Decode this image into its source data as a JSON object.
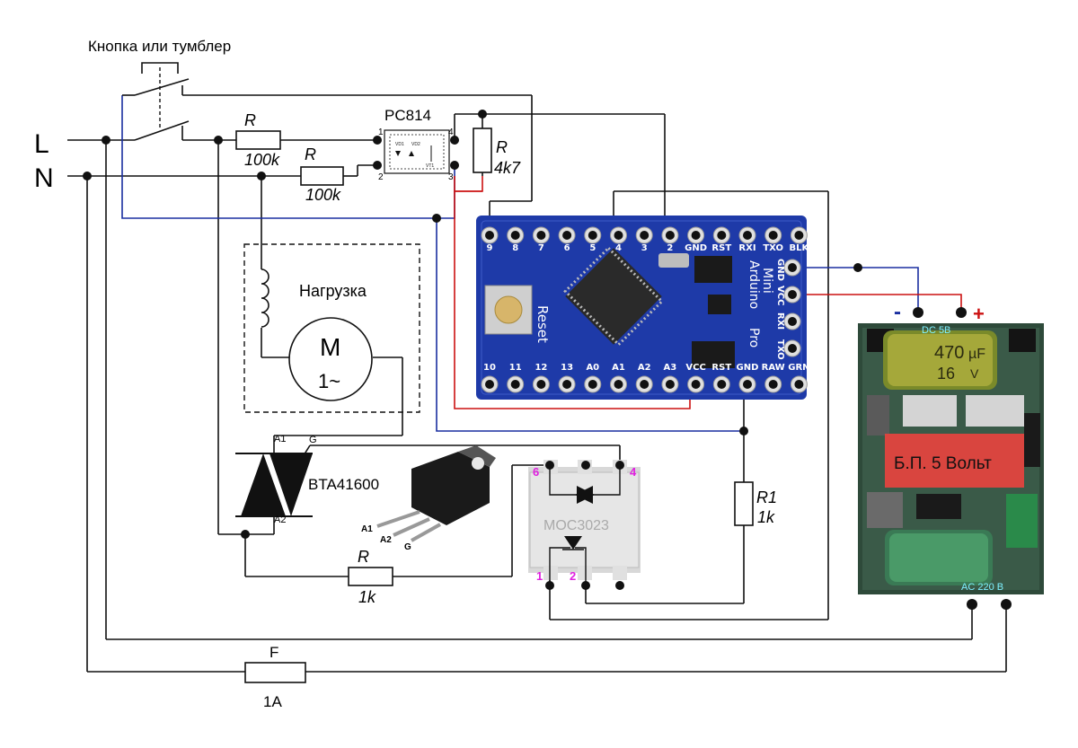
{
  "switch": {
    "label": "Кнопка или тумблер"
  },
  "mains": {
    "line": "L",
    "neutral": "N"
  },
  "resistor_r1": {
    "name": "R",
    "value": "100k"
  },
  "resistor_r2": {
    "name": "R",
    "value": "100k"
  },
  "optocoupler_pc814": {
    "name": "PC814",
    "pin1": "1",
    "pin2": "2",
    "pin3": "3",
    "pin4": "4",
    "inner": [
      "VD1",
      "VD2",
      "VT1"
    ]
  },
  "resistor_r3": {
    "name": "R",
    "value": "4k7"
  },
  "load": {
    "label": "Нагрузка",
    "motor_letter": "M",
    "motor_sub": "1~"
  },
  "triac": {
    "name": "BTA41600",
    "a1": "A1",
    "a2": "A2",
    "g": "G"
  },
  "triac_package_pins": {
    "a1": "A1",
    "a2": "A2",
    "g": "G"
  },
  "resistor_r4": {
    "name": "R",
    "value": "1k"
  },
  "optotriac": {
    "name": "MOC3023",
    "pin6": "6",
    "pin4": "4",
    "pin1": "1",
    "pin2": "2"
  },
  "resistor_r1k": {
    "name": "R1",
    "value": "1k"
  },
  "fuse": {
    "name": "F",
    "value": "1A"
  },
  "arduino": {
    "top_pins": [
      "9",
      "8",
      "7",
      "6",
      "5",
      "4",
      "3",
      "2",
      "GND",
      "RST",
      "RXI",
      "TXO",
      "BLK"
    ],
    "bottom_pins": [
      "10",
      "11",
      "12",
      "13",
      "A0",
      "A1",
      "A2",
      "A3",
      "VCC",
      "RST",
      "GND",
      "RAW",
      "GRN"
    ],
    "side_pins": [
      "GND",
      "VCC",
      "RXI",
      "TXO"
    ],
    "reset": "Reset",
    "brand": [
      "Arduino",
      "Mini",
      "Pro"
    ]
  },
  "psu": {
    "label": "Б.П. 5 Вольт",
    "dc": "DC 5В",
    "ac": "AC 220 В",
    "cap_value": "470",
    "cap_unit": "µF",
    "cap_volt": "16",
    "cap_volt_unit": "V",
    "minus": "-",
    "plus": "+"
  },
  "colors": {
    "wire_black": "#111111",
    "wire_blue": "#1a2fa0",
    "wire_red": "#cc1111",
    "arduino_board": "#1e3aa8",
    "psu_red": "#d9453f",
    "pin_magenta": "#e020e0"
  }
}
